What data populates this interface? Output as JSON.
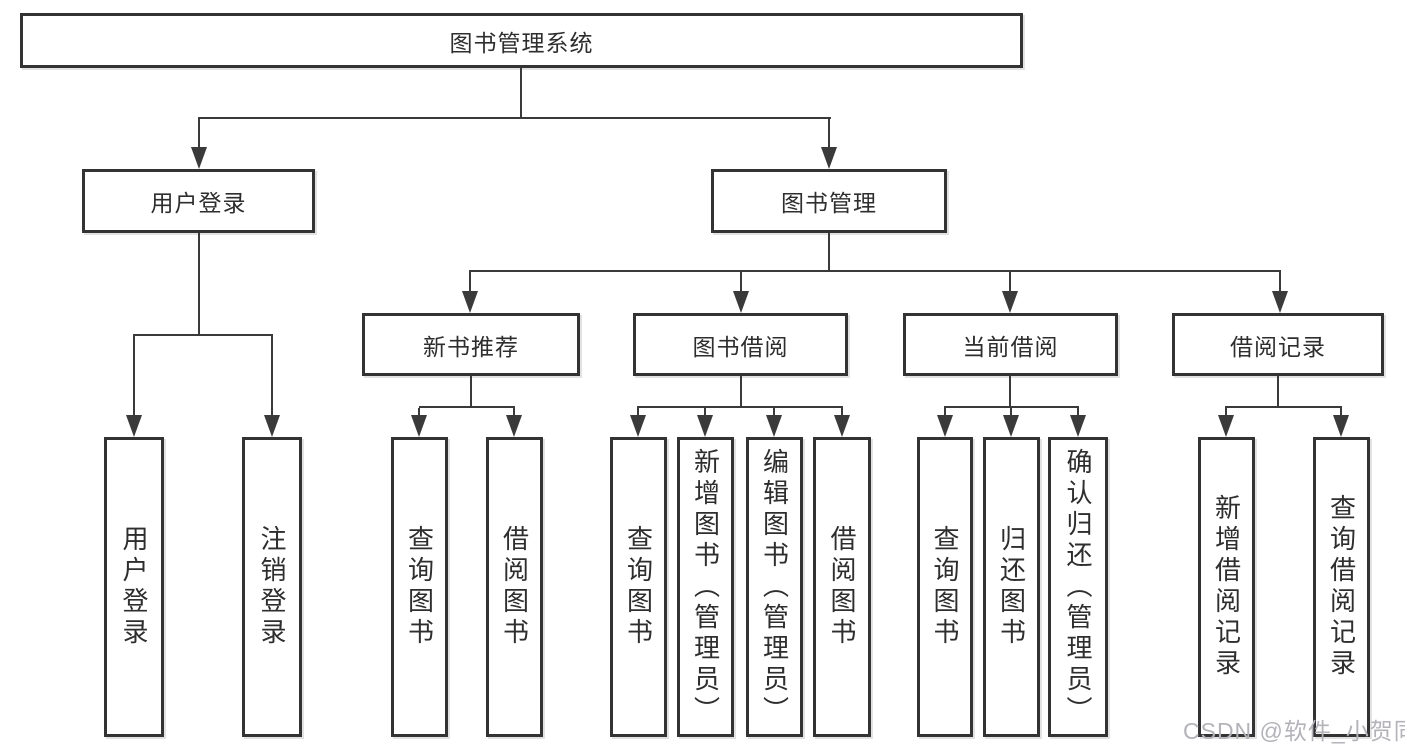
{
  "tree": {
    "label": "图书管理系统",
    "children": [
      {
        "label": "用户登录",
        "children": [
          {
            "label": "用户登录"
          },
          {
            "label": "注销登录"
          }
        ]
      },
      {
        "label": "图书管理",
        "children": [
          {
            "label": "新书推荐",
            "children": [
              {
                "label": "查询图书"
              },
              {
                "label": "借阅图书"
              }
            ]
          },
          {
            "label": "图书借阅",
            "children": [
              {
                "label": "查询图书"
              },
              {
                "label": "新增图书（管理员）"
              },
              {
                "label": "编辑图书（管理员）"
              },
              {
                "label": "借阅图书"
              }
            ]
          },
          {
            "label": "当前借阅",
            "children": [
              {
                "label": "查询图书"
              },
              {
                "label": "归还图书"
              },
              {
                "label": "确认归还（管理员）"
              }
            ]
          },
          {
            "label": "借阅记录",
            "children": [
              {
                "label": "新增借阅记录"
              },
              {
                "label": "查询借阅记录"
              }
            ]
          }
        ]
      }
    ]
  },
  "watermark": {
    "text": "CSDN @软件_小贺同学"
  },
  "colors": {
    "background": "#ffffff",
    "box_border": "#333333",
    "line": "#3a3a3a",
    "text": "#2e2e2e",
    "watermark": "#b3b3b9"
  }
}
